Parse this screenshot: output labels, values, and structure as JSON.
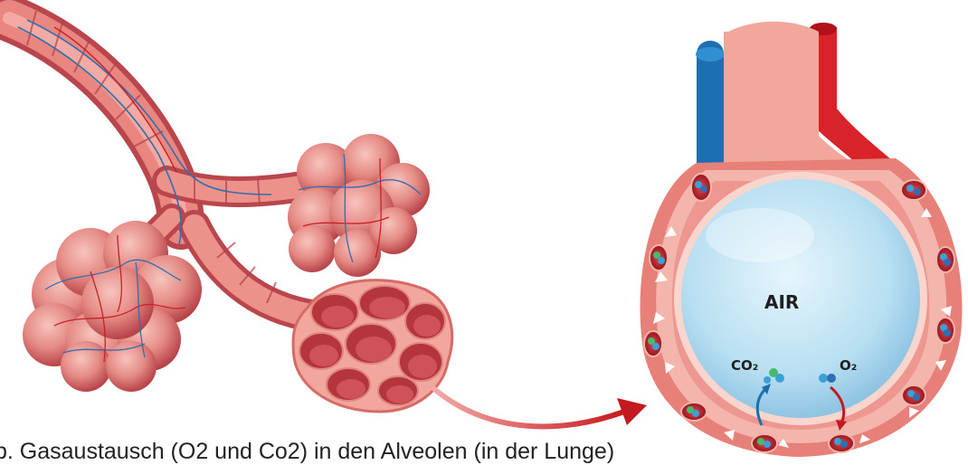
{
  "labels": {
    "air": "AIR",
    "co2": "CO₂",
    "o2": "O₂"
  },
  "caption": "b. Gasaustausch (O2 und Co2) in den Alveolen (in der Lunge)",
  "colors": {
    "tissue": "#e77d79",
    "tissue_light": "#f4b1a6",
    "capillary_red": "#d8232a",
    "capillary_blue": "#1c6fb0",
    "air_sac": "#bfe3f4",
    "arrow": "#c41a1f"
  },
  "icons": [
    "bronchiole-tree",
    "alveoli-cluster",
    "alveolus-cross-section",
    "red-blood-cell-icon",
    "molecule-icon",
    "pointer-arrow-icon"
  ]
}
